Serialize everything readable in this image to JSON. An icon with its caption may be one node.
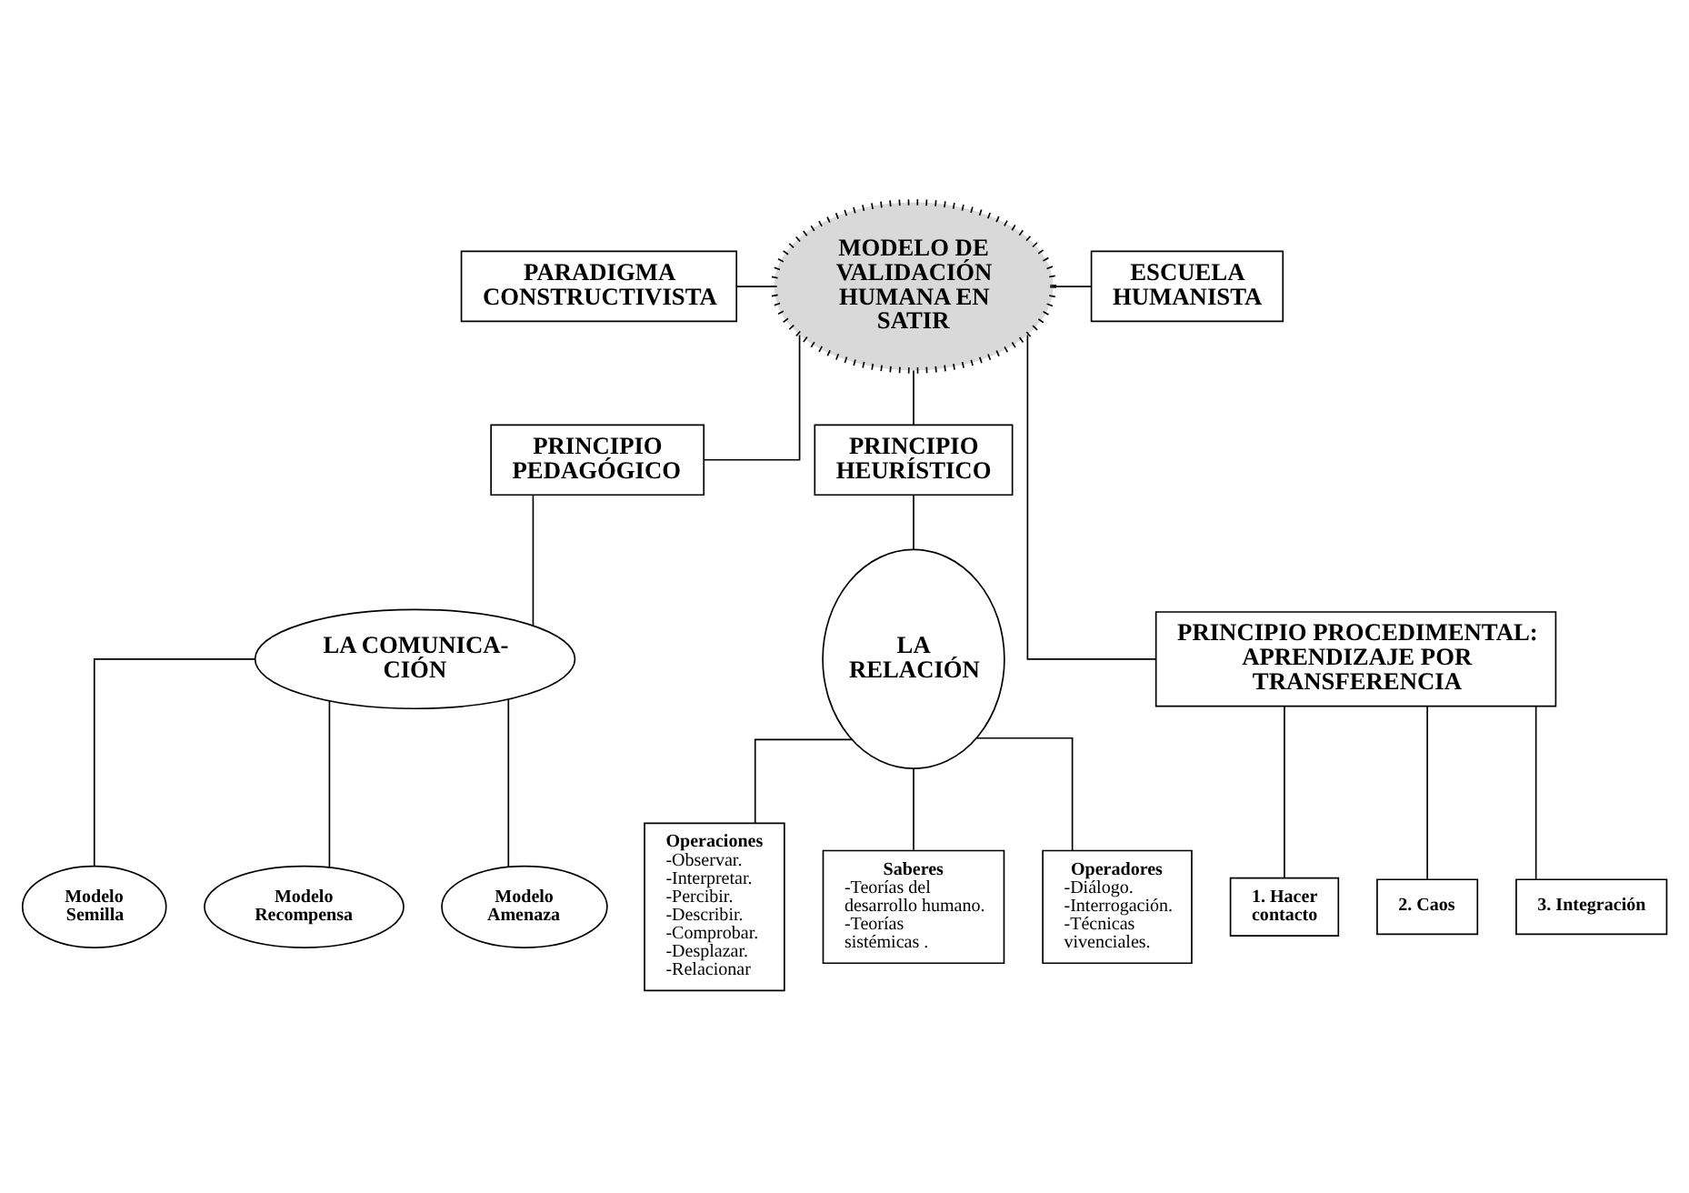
{
  "diagram": {
    "nodes": [
      {
        "text": [
          "PARADIGMA CONSTRUCTIVISTA"
        ]
      },
      {
        "text": [
          "MODELO DE VALIDACIÓN HUMANA EN SATIR"
        ]
      },
      {
        "text": [
          "ESCUELA HUMANISTA"
        ]
      },
      {
        "text": [
          "PRINCIPIO PEDAGÓGICO"
        ]
      },
      {
        "text": [
          "PRINCIPIO HEURÍSTICO"
        ]
      },
      {
        "text": [
          "LA COMUNICA- CIÓN"
        ]
      },
      {
        "text": [
          "PRINCIPIO PROCEDIMENTAL: APRENDIZAJE POR TRANSFERENCIA"
        ]
      },
      {
        "text": [
          "LA RELACIÓN"
        ]
      },
      {
        "text": [
          "Modelo Semilla"
        ]
      },
      {
        "text": [
          "Modelo Recompensa"
        ]
      },
      {
        "text": [
          "Modelo Amenaza"
        ]
      },
      {
        "text": [
          "Operaciones",
          "-Observar.",
          "-Interpretar.",
          "-Percibir.",
          "-Describir.",
          "-Comprobar.",
          "-Desplazar.",
          "-Relacionar"
        ]
      },
      {
        "text": [
          "Saberes",
          "-Teorías del desarrollo humano.",
          "-Teorías sistémicas ."
        ]
      },
      {
        "text": [
          "Operadores",
          "-Diálogo.",
          "-Interrogación.",
          "-Técnicas vivenciales."
        ]
      },
      {
        "text": [
          "1. Hacer contacto"
        ]
      },
      {
        "text": [
          "2. Caos"
        ]
      },
      {
        "text": [
          "3. Integración"
        ]
      }
    ],
    "edges": [
      {
        "from": 0,
        "to": 1,
        "arrow": "none"
      },
      {
        "from": 1,
        "to": 2,
        "arrow": "none"
      },
      {
        "from": 1,
        "to": 3,
        "arrow": "none"
      },
      {
        "from": 1,
        "to": 4,
        "arrow": "none"
      },
      {
        "from": 1,
        "to": 6,
        "arrow": "none"
      },
      {
        "from": 3,
        "to": 5,
        "arrow": "none"
      },
      {
        "from": 5,
        "to": 8,
        "arrow": "none"
      },
      {
        "from": 5,
        "to": 9,
        "arrow": "none"
      },
      {
        "from": 5,
        "to": 10,
        "arrow": "none"
      },
      {
        "from": 4,
        "to": 7,
        "arrow": "none"
      },
      {
        "from": 7,
        "to": 11,
        "arrow": "none"
      },
      {
        "from": 7,
        "to": 12,
        "arrow": "none"
      },
      {
        "from": 7,
        "to": 13,
        "arrow": "none"
      },
      {
        "from": 6,
        "to": 14,
        "arrow": "none"
      },
      {
        "from": 6,
        "to": 15,
        "arrow": "none"
      },
      {
        "from": 6,
        "to": 16,
        "arrow": "none"
      }
    ]
  }
}
